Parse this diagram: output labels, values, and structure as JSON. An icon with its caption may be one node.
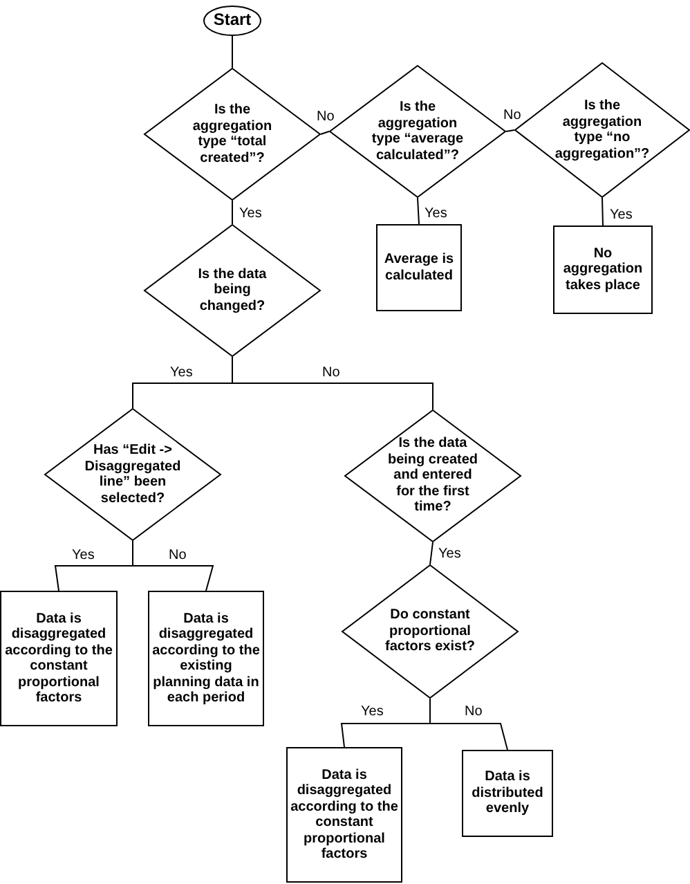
{
  "diagram": {
    "nodes": [
      {
        "text": [
          "Start"
        ]
      },
      {
        "text": [
          "Is the aggregation type “total created”?"
        ]
      },
      {
        "text": [
          "Is the aggregation type “average calculated”?"
        ]
      },
      {
        "text": [
          "Is the aggregation type “no aggregation”?"
        ]
      },
      {
        "text": [
          "Average is calculated"
        ]
      },
      {
        "text": [
          "No aggregation takes place"
        ]
      },
      {
        "text": [
          "Is the data being changed?"
        ]
      },
      {
        "text": [
          "Has “Edit -> Disaggregated line” been selected?"
        ]
      },
      {
        "text": [
          "Is the data being created and entered for the first time?"
        ]
      },
      {
        "text": [
          "Data is disaggregated according to the constant proportional factors"
        ]
      },
      {
        "text": [
          "Data is disaggregated according to the existing planning data in each period"
        ]
      },
      {
        "text": [
          "Do constant proportional factors exist?"
        ]
      },
      {
        "text": [
          "Data is disaggregated according to the constant proportional factors"
        ]
      },
      {
        "text": [
          "Data is distributed evenly"
        ]
      }
    ],
    "edges": [
      {
        "from": 0,
        "to": 1,
        "arrow": "none"
      },
      {
        "from": 1,
        "to": 2,
        "arrow": "none",
        "label": "No"
      },
      {
        "from": 2,
        "to": 3,
        "arrow": "none",
        "label": "No"
      },
      {
        "from": 1,
        "to": 6,
        "arrow": "none",
        "label": "Yes"
      },
      {
        "from": 2,
        "to": 4,
        "arrow": "none",
        "label": "Yes"
      },
      {
        "from": 3,
        "to": 5,
        "arrow": "none",
        "label": "Yes"
      },
      {
        "from": 6,
        "to": 7,
        "arrow": "none",
        "label": "Yes"
      },
      {
        "from": 6,
        "to": 8,
        "arrow": "none",
        "label": "No"
      },
      {
        "from": 8,
        "to": 11,
        "arrow": "none",
        "label": "Yes"
      },
      {
        "from": 7,
        "to": 9,
        "arrow": "none",
        "label": "Yes"
      },
      {
        "from": 7,
        "to": 10,
        "arrow": "none",
        "label": "No"
      },
      {
        "from": 11,
        "to": 12,
        "arrow": "none",
        "label": "Yes"
      },
      {
        "from": 11,
        "to": 13,
        "arrow": "none",
        "label": "No"
      }
    ]
  }
}
